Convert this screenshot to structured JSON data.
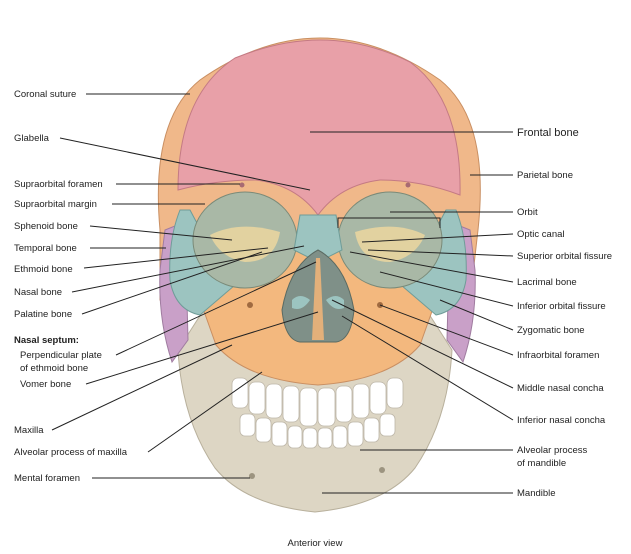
{
  "caption": "Anterior view",
  "colors": {
    "frontal": "#e8a0a8",
    "parietal": "#f0b88a",
    "maxilla": "#f3b87e",
    "mandible": "#ddd6c4",
    "sphenoid": "#e2d2a0",
    "zygomatic": "#9cc4c0",
    "temporal": "#c9a0c8",
    "nasal": "#9cc4c0",
    "teeth": "#ffffff"
  },
  "labels_left": {
    "coronal_suture": "Coronal suture",
    "glabella": "Glabella",
    "supraorbital_foramen": "Supraorbital foramen",
    "supraorbital_margin": "Supraorbital margin",
    "sphenoid_bone": "Sphenoid bone",
    "temporal_bone": "Temporal bone",
    "ethmoid_bone": "Ethmoid bone",
    "nasal_bone": "Nasal bone",
    "palatine_bone": "Palatine bone",
    "nasal_septum_heading": "Nasal septum:",
    "perpendicular_plate_1": "Perpendicular plate",
    "perpendicular_plate_2": "of ethmoid bone",
    "vomer_bone": "Vomer bone",
    "maxilla": "Maxilla",
    "alveolar_process_maxilla": "Alveolar process of maxilla",
    "mental_foramen": "Mental foramen"
  },
  "labels_right": {
    "frontal_bone": "Frontal bone",
    "parietal_bone": "Parietal bone",
    "orbit": "Orbit",
    "optic_canal": "Optic canal",
    "superior_orbital_fissure": "Superior orbital fissure",
    "lacrimal_bone": "Lacrimal bone",
    "inferior_orbital_fissure": "Inferior orbital fissure",
    "zygomatic_bone": "Zygomatic bone",
    "infraorbital_foramen": "Infraorbital foramen",
    "middle_nasal_concha": "Middle nasal concha",
    "inferior_nasal_concha": "Inferior nasal concha",
    "alveolar_process_mandible_1": "Alveolar process",
    "alveolar_process_mandible_2": "of mandible",
    "mandible": "Mandible"
  }
}
